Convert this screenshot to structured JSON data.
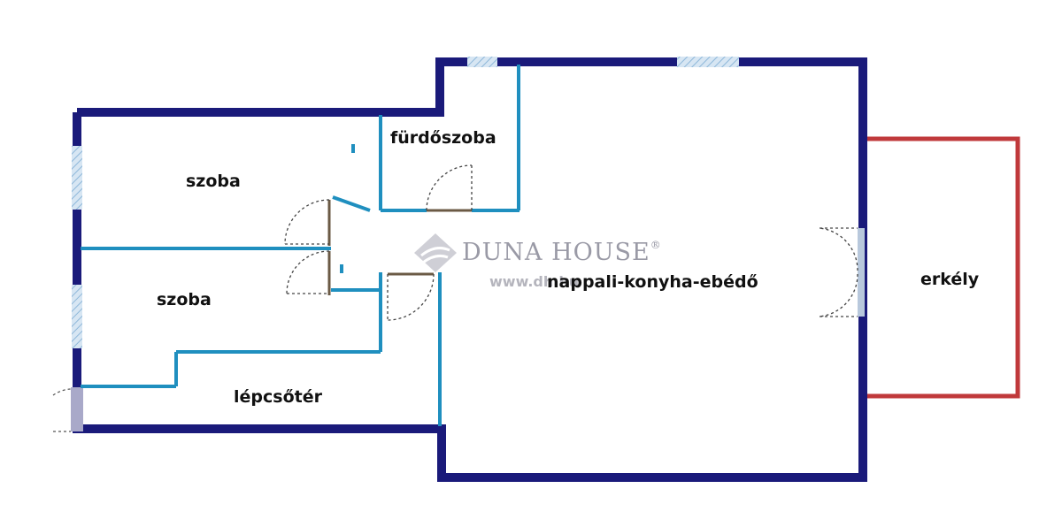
{
  "rooms": {
    "bedroom_1": "szoba",
    "bedroom_2": "szoba",
    "bathroom": "fürdőszoba",
    "living": "nappali-konyha-ebédő",
    "balcony": "erkély",
    "stairwell": "lépcsőtér"
  },
  "watermark": {
    "brand": "DUNA HOUSE",
    "registered": "®",
    "url": "www.dh.hu"
  },
  "colors": {
    "outer_wall": "#1a1a7a",
    "inner_wall": "#1f8fbf",
    "balcony": "#c0393b",
    "window": "#a9c9e3",
    "door_frame": "#6b5a45",
    "entry_door": "#a9a9c9"
  }
}
